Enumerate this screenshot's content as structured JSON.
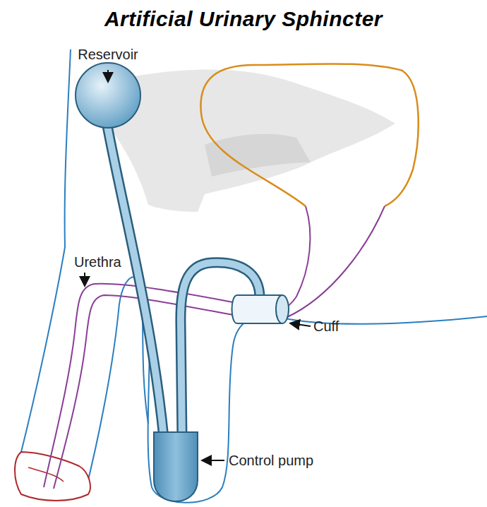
{
  "diagram": {
    "title": "Artificial Urinary Sphincter",
    "labels": [
      "Reservoir",
      "Urethra",
      "Cuff",
      "Control pump"
    ]
  }
}
